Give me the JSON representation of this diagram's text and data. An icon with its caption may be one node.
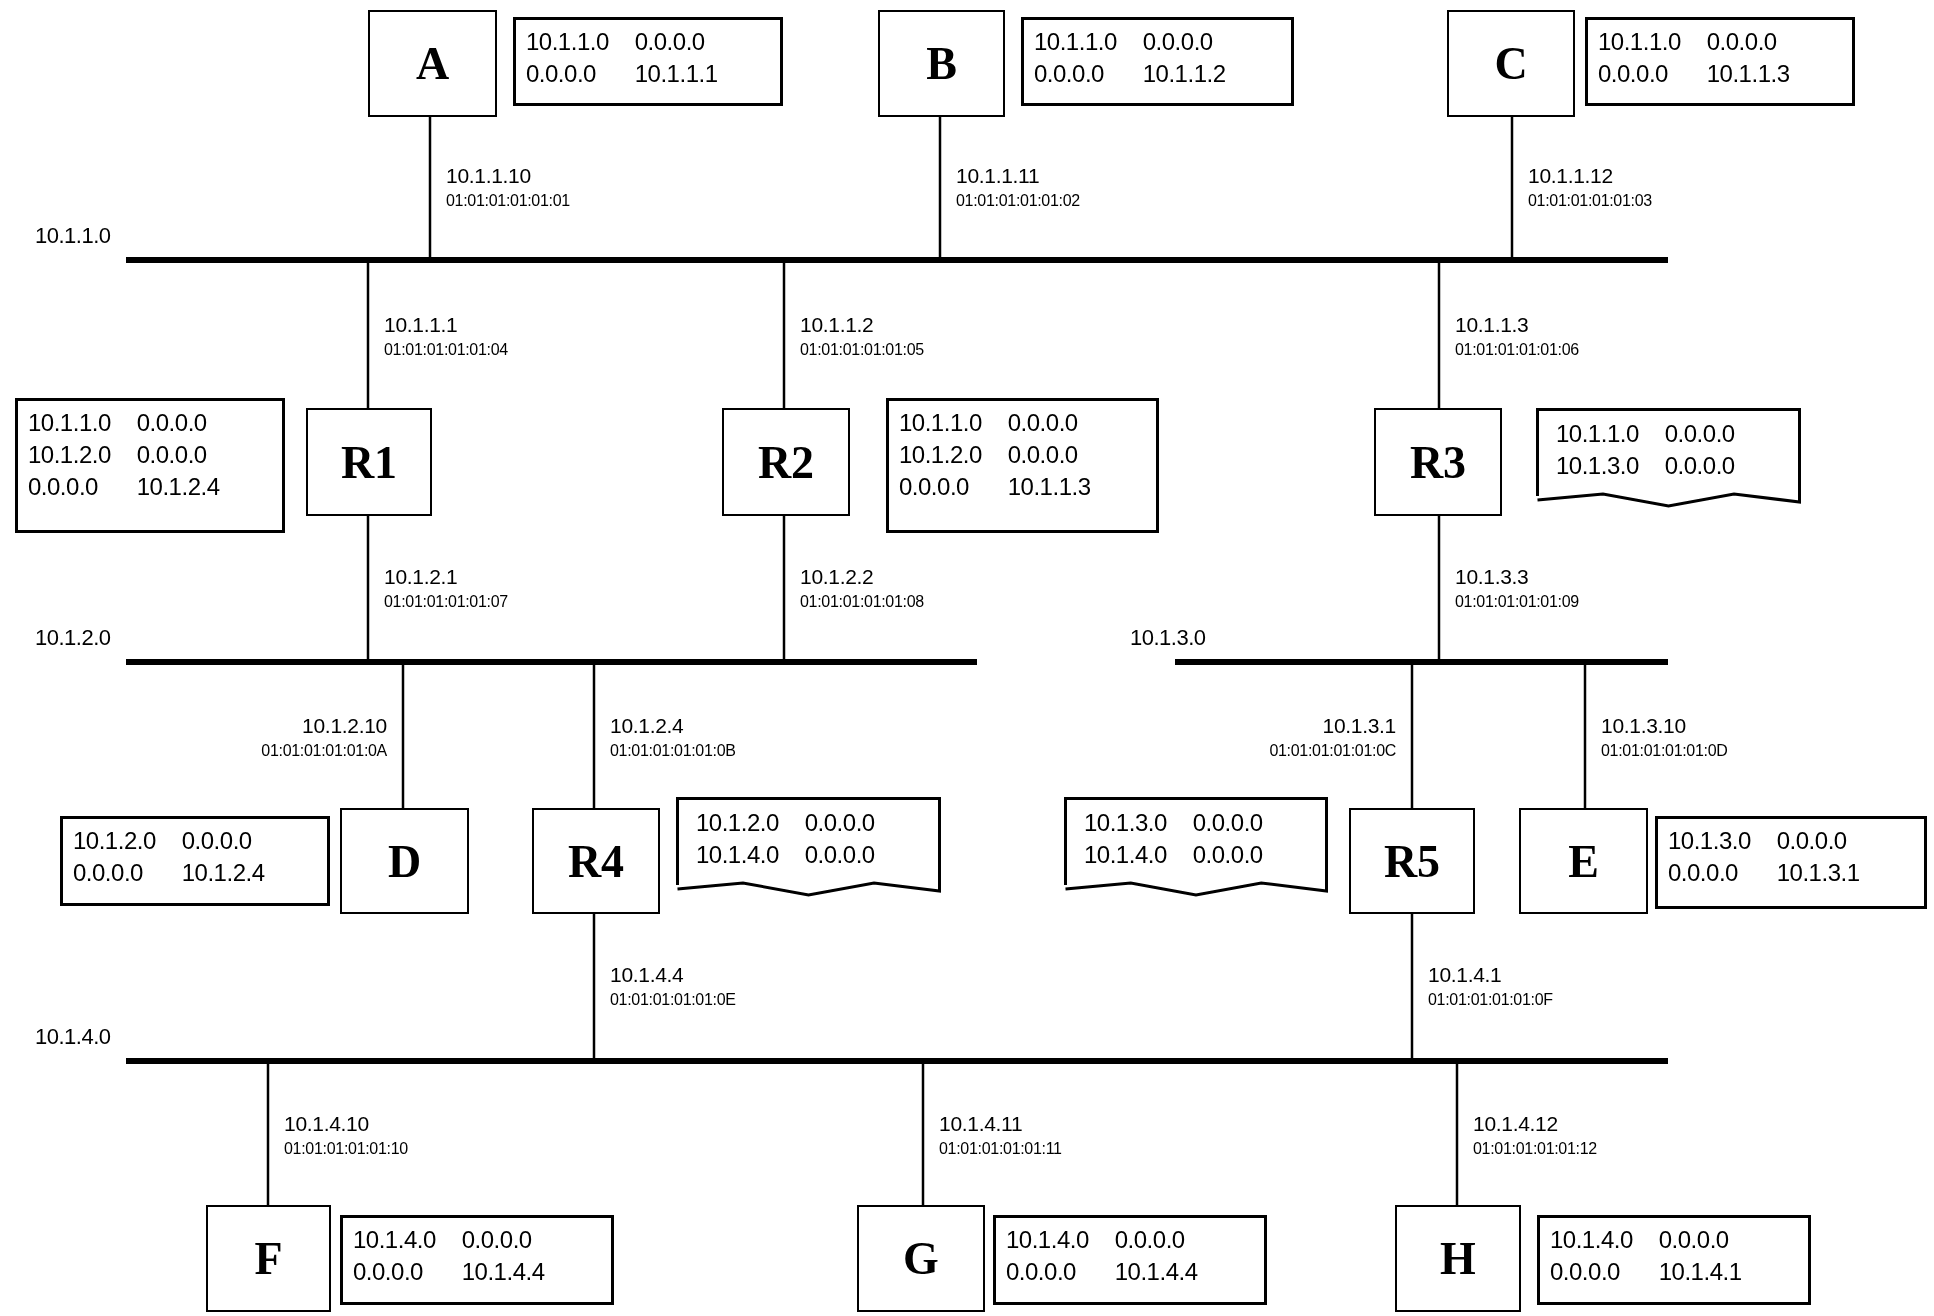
{
  "diagram": {
    "nodes": [
      {
        "text": [
          "A"
        ]
      },
      {
        "text": [
          "10.1.1.0",
          "0.0.0.0",
          "0.0.0.0",
          "10.1.1.1"
        ]
      },
      {
        "text": [
          "B"
        ]
      },
      {
        "text": [
          "10.1.1.0",
          "0.0.0.0",
          "0.0.0.0",
          "10.1.1.2"
        ]
      },
      {
        "text": [
          "C"
        ]
      },
      {
        "text": [
          "10.1.1.0",
          "0.0.0.0",
          "0.0.0.0",
          "10.1.1.3"
        ]
      },
      {
        "text": [],
        "shape": "bar",
        "beside": [
          "10.1.1.0"
        ]
      },
      {
        "text": [
          "10.1.1.0",
          "0.0.0.0",
          "10.1.2.0",
          "0.0.0.0",
          "0.0.0.0",
          "10.1.2.4"
        ]
      },
      {
        "text": [
          "R1"
        ]
      },
      {
        "text": [
          "R2"
        ]
      },
      {
        "text": [
          "10.1.1.0",
          "0.0.0.0",
          "10.1.2.0",
          "0.0.0.0",
          "0.0.0.0",
          "10.1.1.3"
        ]
      },
      {
        "text": [
          "R3"
        ]
      },
      {
        "text": [
          "10.1.1.0",
          "0.0.0.0",
          "10.1.3.0",
          "0.0.0.0"
        ]
      },
      {
        "text": [],
        "shape": "bar",
        "beside": [
          "10.1.2.0"
        ]
      },
      {
        "text": [],
        "shape": "bar",
        "beside": [
          "10.1.3.0"
        ]
      },
      {
        "text": [
          "10.1.2.0",
          "0.0.0.0",
          "0.0.0.0",
          "10.1.2.4"
        ]
      },
      {
        "text": [
          "D"
        ]
      },
      {
        "text": [
          "R4"
        ]
      },
      {
        "text": [
          "10.1.2.0",
          "0.0.0.0",
          "10.1.4.0",
          "0.0.0.0"
        ]
      },
      {
        "text": [
          "10.1.3.0",
          "0.0.0.0",
          "10.1.4.0",
          "0.0.0.0"
        ]
      },
      {
        "text": [
          "R5"
        ]
      },
      {
        "text": [
          "E"
        ]
      },
      {
        "text": [
          "10.1.3.0",
          "0.0.0.0",
          "0.0.0.0",
          "10.1.3.1"
        ]
      },
      {
        "text": [],
        "shape": "bar",
        "beside": [
          "10.1.4.0"
        ]
      },
      {
        "text": [
          "F"
        ]
      },
      {
        "text": [
          "10.1.4.0",
          "0.0.0.0",
          "0.0.0.0",
          "10.1.4.4"
        ]
      },
      {
        "text": [
          "G"
        ]
      },
      {
        "text": [
          "10.1.4.0",
          "0.0.0.0",
          "0.0.0.0",
          "10.1.4.4"
        ]
      },
      {
        "text": [
          "H"
        ]
      },
      {
        "text": [
          "10.1.4.0",
          "0.0.0.0",
          "0.0.0.0",
          "10.1.4.1"
        ]
      }
    ],
    "edges": [
      {
        "from": 0,
        "to": 6,
        "arrow": "none",
        "label": "10.1.1.10 01:01:01:01:01:01"
      },
      {
        "from": 2,
        "to": 6,
        "arrow": "none",
        "label": "10.1.1.11 01:01:01:01:01:02"
      },
      {
        "from": 4,
        "to": 6,
        "arrow": "none",
        "label": "10.1.1.12 01:01:01:01:01:03"
      },
      {
        "from": 8,
        "to": 6,
        "arrow": "none",
        "label": "10.1.1.1 01:01:01:01:01:04"
      },
      {
        "from": 9,
        "to": 6,
        "arrow": "none",
        "label": "10.1.1.2 01:01:01:01:01:05"
      },
      {
        "from": 11,
        "to": 6,
        "arrow": "none",
        "label": "10.1.1.3 01:01:01:01:01:06"
      },
      {
        "from": 8,
        "to": 13,
        "arrow": "none",
        "label": "10.1.2.1 01:01:01:01:01:07"
      },
      {
        "from": 9,
        "to": 13,
        "arrow": "none",
        "label": "10.1.2.2 01:01:01:01:01:08"
      },
      {
        "from": 11,
        "to": 14,
        "arrow": "none",
        "label": "10.1.3.3 01:01:01:01:01:09"
      },
      {
        "from": 16,
        "to": 13,
        "arrow": "none",
        "label": "10.1.2.10 01:01:01:01:01:0A"
      },
      {
        "from": 17,
        "to": 13,
        "arrow": "none",
        "label": "10.1.2.4 01:01:01:01:01:0B"
      },
      {
        "from": 20,
        "to": 14,
        "arrow": "none",
        "label": "10.1.3.1 01:01:01:01:01:0C"
      },
      {
        "from": 21,
        "to": 14,
        "arrow": "none",
        "label": "10.1.3.10 01:01:01:01:01:0D"
      },
      {
        "from": 17,
        "to": 23,
        "arrow": "none",
        "label": "10.1.4.4 01:01:01:01:01:0E"
      },
      {
        "from": 20,
        "to": 23,
        "arrow": "none",
        "label": "10.1.4.1 01:01:01:01:01:0F"
      },
      {
        "from": 24,
        "to": 23,
        "arrow": "none",
        "label": "10.1.4.10 01:01:01:01:01:10"
      },
      {
        "from": 26,
        "to": 23,
        "arrow": "none",
        "label": "10.1.4.11 01:01:01:01:01:11"
      },
      {
        "from": 28,
        "to": 23,
        "arrow": "none",
        "label": "10.1.4.12 01:01:01:01:01:12"
      }
    ]
  }
}
